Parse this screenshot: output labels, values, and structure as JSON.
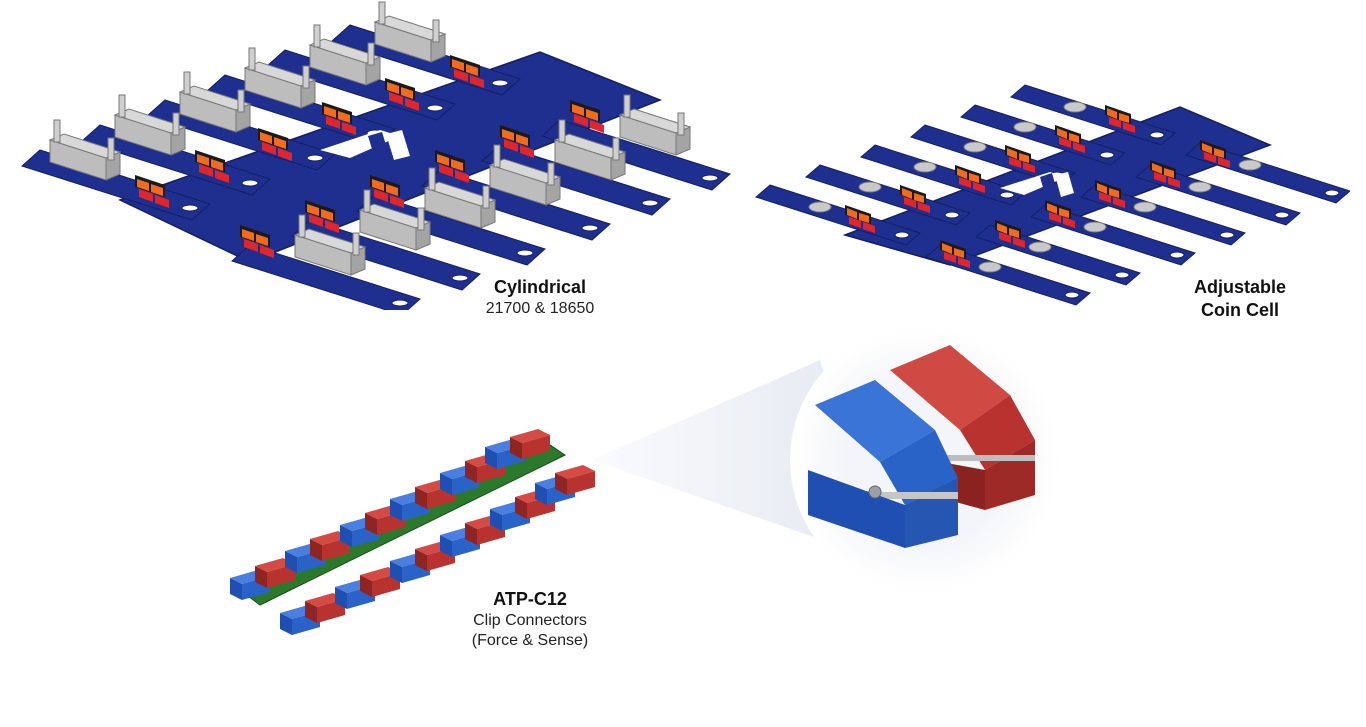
{
  "products": [
    {
      "id": "cylindrical",
      "title": "Cylindrical",
      "subtitle": "21700 & 18650"
    },
    {
      "id": "coin",
      "title_line1": "Adjustable",
      "title_line2": "Coin Cell"
    },
    {
      "id": "clip",
      "title": "ATP-C12",
      "subtitle_line1": "Clip Connectors",
      "subtitle_line2": "(Force & Sense)"
    }
  ],
  "colors": {
    "board_blue": "#1f2f8f",
    "board_edge": "#141f63",
    "holder_gray": "#c9c9c9",
    "connector_orange": "#f26a1b",
    "connector_red": "#e0252b",
    "pcb_green": "#2b7a2b",
    "clip_blue": "#2a63c8",
    "clip_red": "#b8322f"
  }
}
